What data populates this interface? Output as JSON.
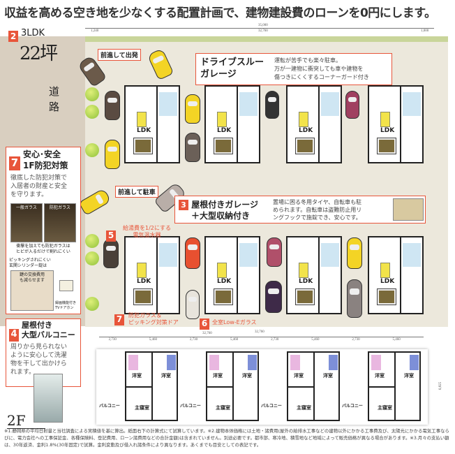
{
  "title": "収益を高める空き地を少なくする配置計画で、建物建設費のローンを0円にします。",
  "plan": {
    "badge": "2",
    "type": "3LDK",
    "size": "22坪",
    "road": "道路",
    "floor": "2F"
  },
  "dims_top": {
    "total": "35,000",
    "inner": "32,760",
    "left": "1,240",
    "right": "1,000"
  },
  "dims_2f": {
    "total": "32,760",
    "segments": [
      "2,730",
      "5,460",
      "2,730",
      "5,460",
      "2,730",
      "5,460",
      "2,730",
      "5,460"
    ],
    "side": "6,825"
  },
  "dims_mid": "32,760",
  "labels": {
    "depart": "前進して出発",
    "park": "前進して駐車",
    "ldk": "LDK",
    "western": "洋室",
    "master": "主寝室",
    "balcony": "バルコニー"
  },
  "features": {
    "drive": {
      "title": "ドライブスルーガレージ",
      "title1": "ドライブスルー",
      "title2": "ガレージ",
      "text": [
        "運転が苦手でも楽々駐車。",
        "万が一建物に衝突しても車や建物を",
        "傷つきにくくするコーナーガード付き"
      ]
    },
    "garage": {
      "num": "3",
      "title1": "屋根付きガレージ",
      "title2": "＋大型収納付き",
      "text": [
        "置場に困る冬用タイヤ、自転車も駐",
        "められます。自転車は盗難防止用リ",
        "ングフックで施錠でき、安心です。"
      ]
    },
    "security": {
      "num": "7",
      "title1": "安心･安全",
      "title2": "1F防犯対策",
      "text": [
        "徹底した防犯対策で",
        "入居者の財産と安全",
        "を守ります。"
      ],
      "glass1": "一般ガラス",
      "glass2": "防犯ガラス",
      "glass_caption": [
        "衝撃を加えても防犯ガラスは",
        "ヒビが入るだけで割れにくい"
      ],
      "lock": [
        "ピッキングされにくい",
        "玄関シリンダー錠は"
      ],
      "lock_cost": [
        "鍵の交換費用",
        "も減らせます"
      ],
      "tv": [
        "録画機能付き",
        "TVドアホン"
      ]
    },
    "balcony": {
      "num": "4",
      "title1": "屋根付き",
      "title2": "大型バルコニー",
      "text": [
        "周りから見られない",
        "ように安心して洗濯",
        "物を干して出かけら",
        "れます。"
      ]
    },
    "heater": {
      "num": "5",
      "text": [
        "給湯費を1/2にする",
        "電気温水器"
      ]
    },
    "door": {
      "num": "7",
      "text": [
        "防犯ガラス＆",
        "ピッキング対策ドア"
      ]
    },
    "lowe": {
      "num": "6",
      "text": "全室Low-Eガラス"
    }
  },
  "notes": "※1.静岡県の平均日射量と当社調査による実積値を基に算出。紙面右下の計算式にて試算しています。※2.建物本体価格には土地・諸費用(屋外の給排水工事などの建物以外にかかる工事費及び、太陽光にかかる電気工事ならびに、電力会社への工事保証金、各種保険料、登記費用、ローン諸費用などの合計金額)は含まれていません。別途必要です。都市部、寒冷地、積雪地など地域によって販売価格が異なる場合があります。※3.月々の支払い額は、30年返済、金利1.8%(30年固定)で試算。金利変動及び借入れ諸条件により異なります。あくまでも目安としての表記です。",
  "colors": {
    "accent": "#e8553a"
  }
}
